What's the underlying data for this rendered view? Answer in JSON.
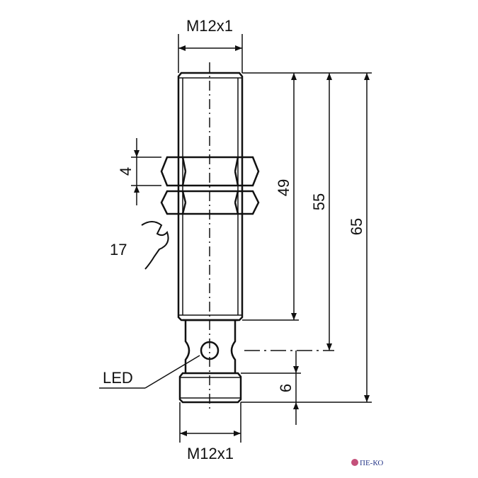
{
  "drawing": {
    "thread_top": "M12x1",
    "thread_bottom": "M12x1",
    "nut_thickness": "4",
    "wrench_size": "17",
    "dim_49": "49",
    "dim_55": "55",
    "dim_65": "65",
    "dim_6": "6",
    "led_label": "LED"
  },
  "watermark": "ПЕ-КО"
}
